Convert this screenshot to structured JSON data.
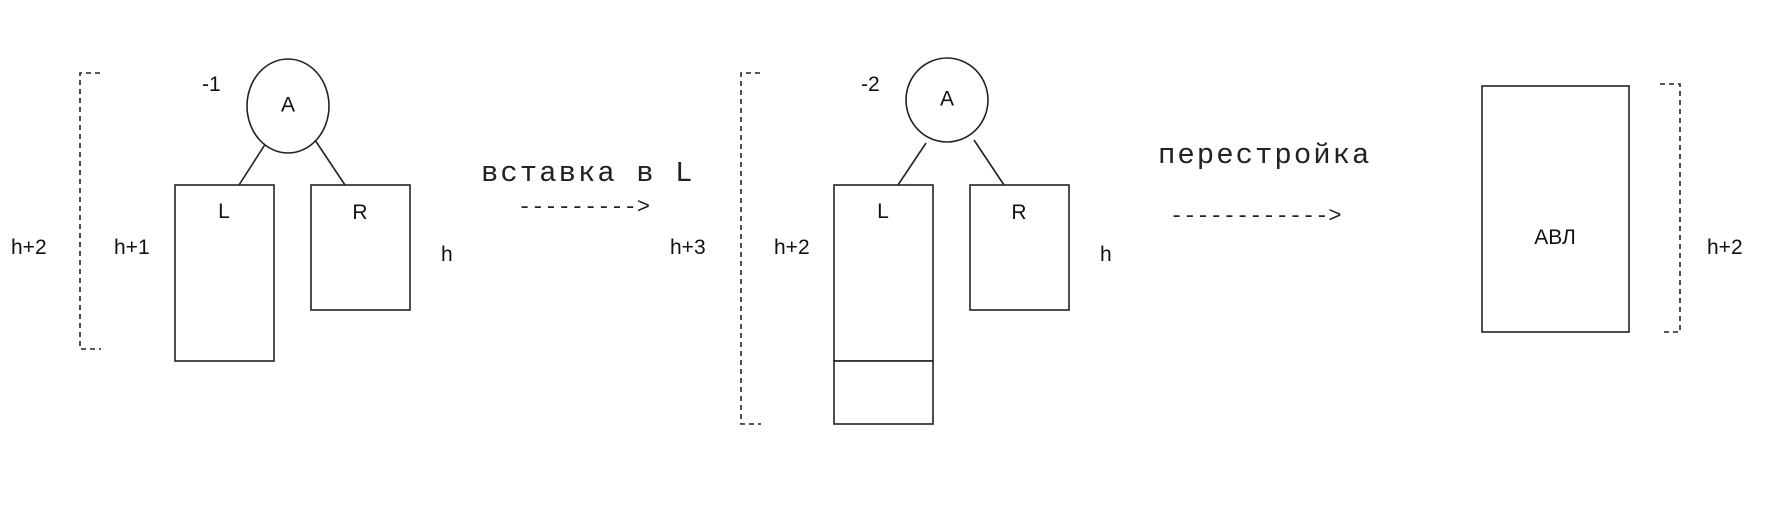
{
  "panel1": {
    "balance": "-1",
    "root": "A",
    "left": "L",
    "right": "R",
    "outer_height": "h+2",
    "left_height": "h+1",
    "right_height": "h"
  },
  "arrow1": {
    "label": "вставка в L",
    "arrow": "--------->"
  },
  "panel2": {
    "balance": "-2",
    "root": "A",
    "left": "L",
    "right": "R",
    "outer_height": "h+3",
    "left_height": "h+2",
    "right_height": "h"
  },
  "arrow2": {
    "label": "перестройка",
    "arrow": "------------>"
  },
  "panel3": {
    "box": "АВЛ",
    "height": "h+2"
  }
}
